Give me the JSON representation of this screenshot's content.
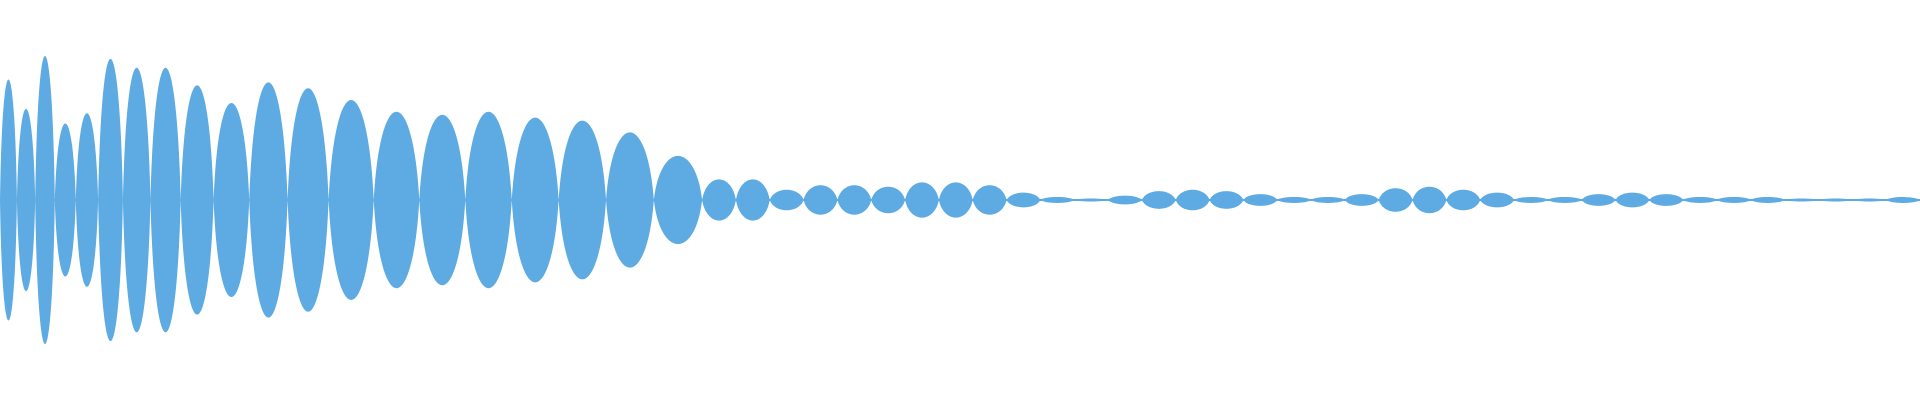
{
  "waveform": {
    "color": "#5dabe2",
    "background": "#ffffff",
    "peaks": [
      0.82,
      0.62,
      0.98,
      0.52,
      0.59,
      0.96,
      0.9,
      0.9,
      0.78,
      0.66,
      0.8,
      0.76,
      0.68,
      0.6,
      0.58,
      0.6,
      0.56,
      0.54,
      0.46,
      0.3,
      0.14,
      0.14,
      0.07,
      0.1,
      0.1,
      0.09,
      0.12,
      0.12,
      0.1,
      0.05,
      0.02,
      0.01,
      0.03,
      0.06,
      0.07,
      0.06,
      0.04,
      0.02,
      0.02,
      0.04,
      0.08,
      0.09,
      0.07,
      0.05,
      0.02,
      0.02,
      0.04,
      0.05,
      0.04,
      0.02,
      0.02,
      0.02,
      0.01,
      0.01,
      0.01,
      0.02
    ]
  }
}
